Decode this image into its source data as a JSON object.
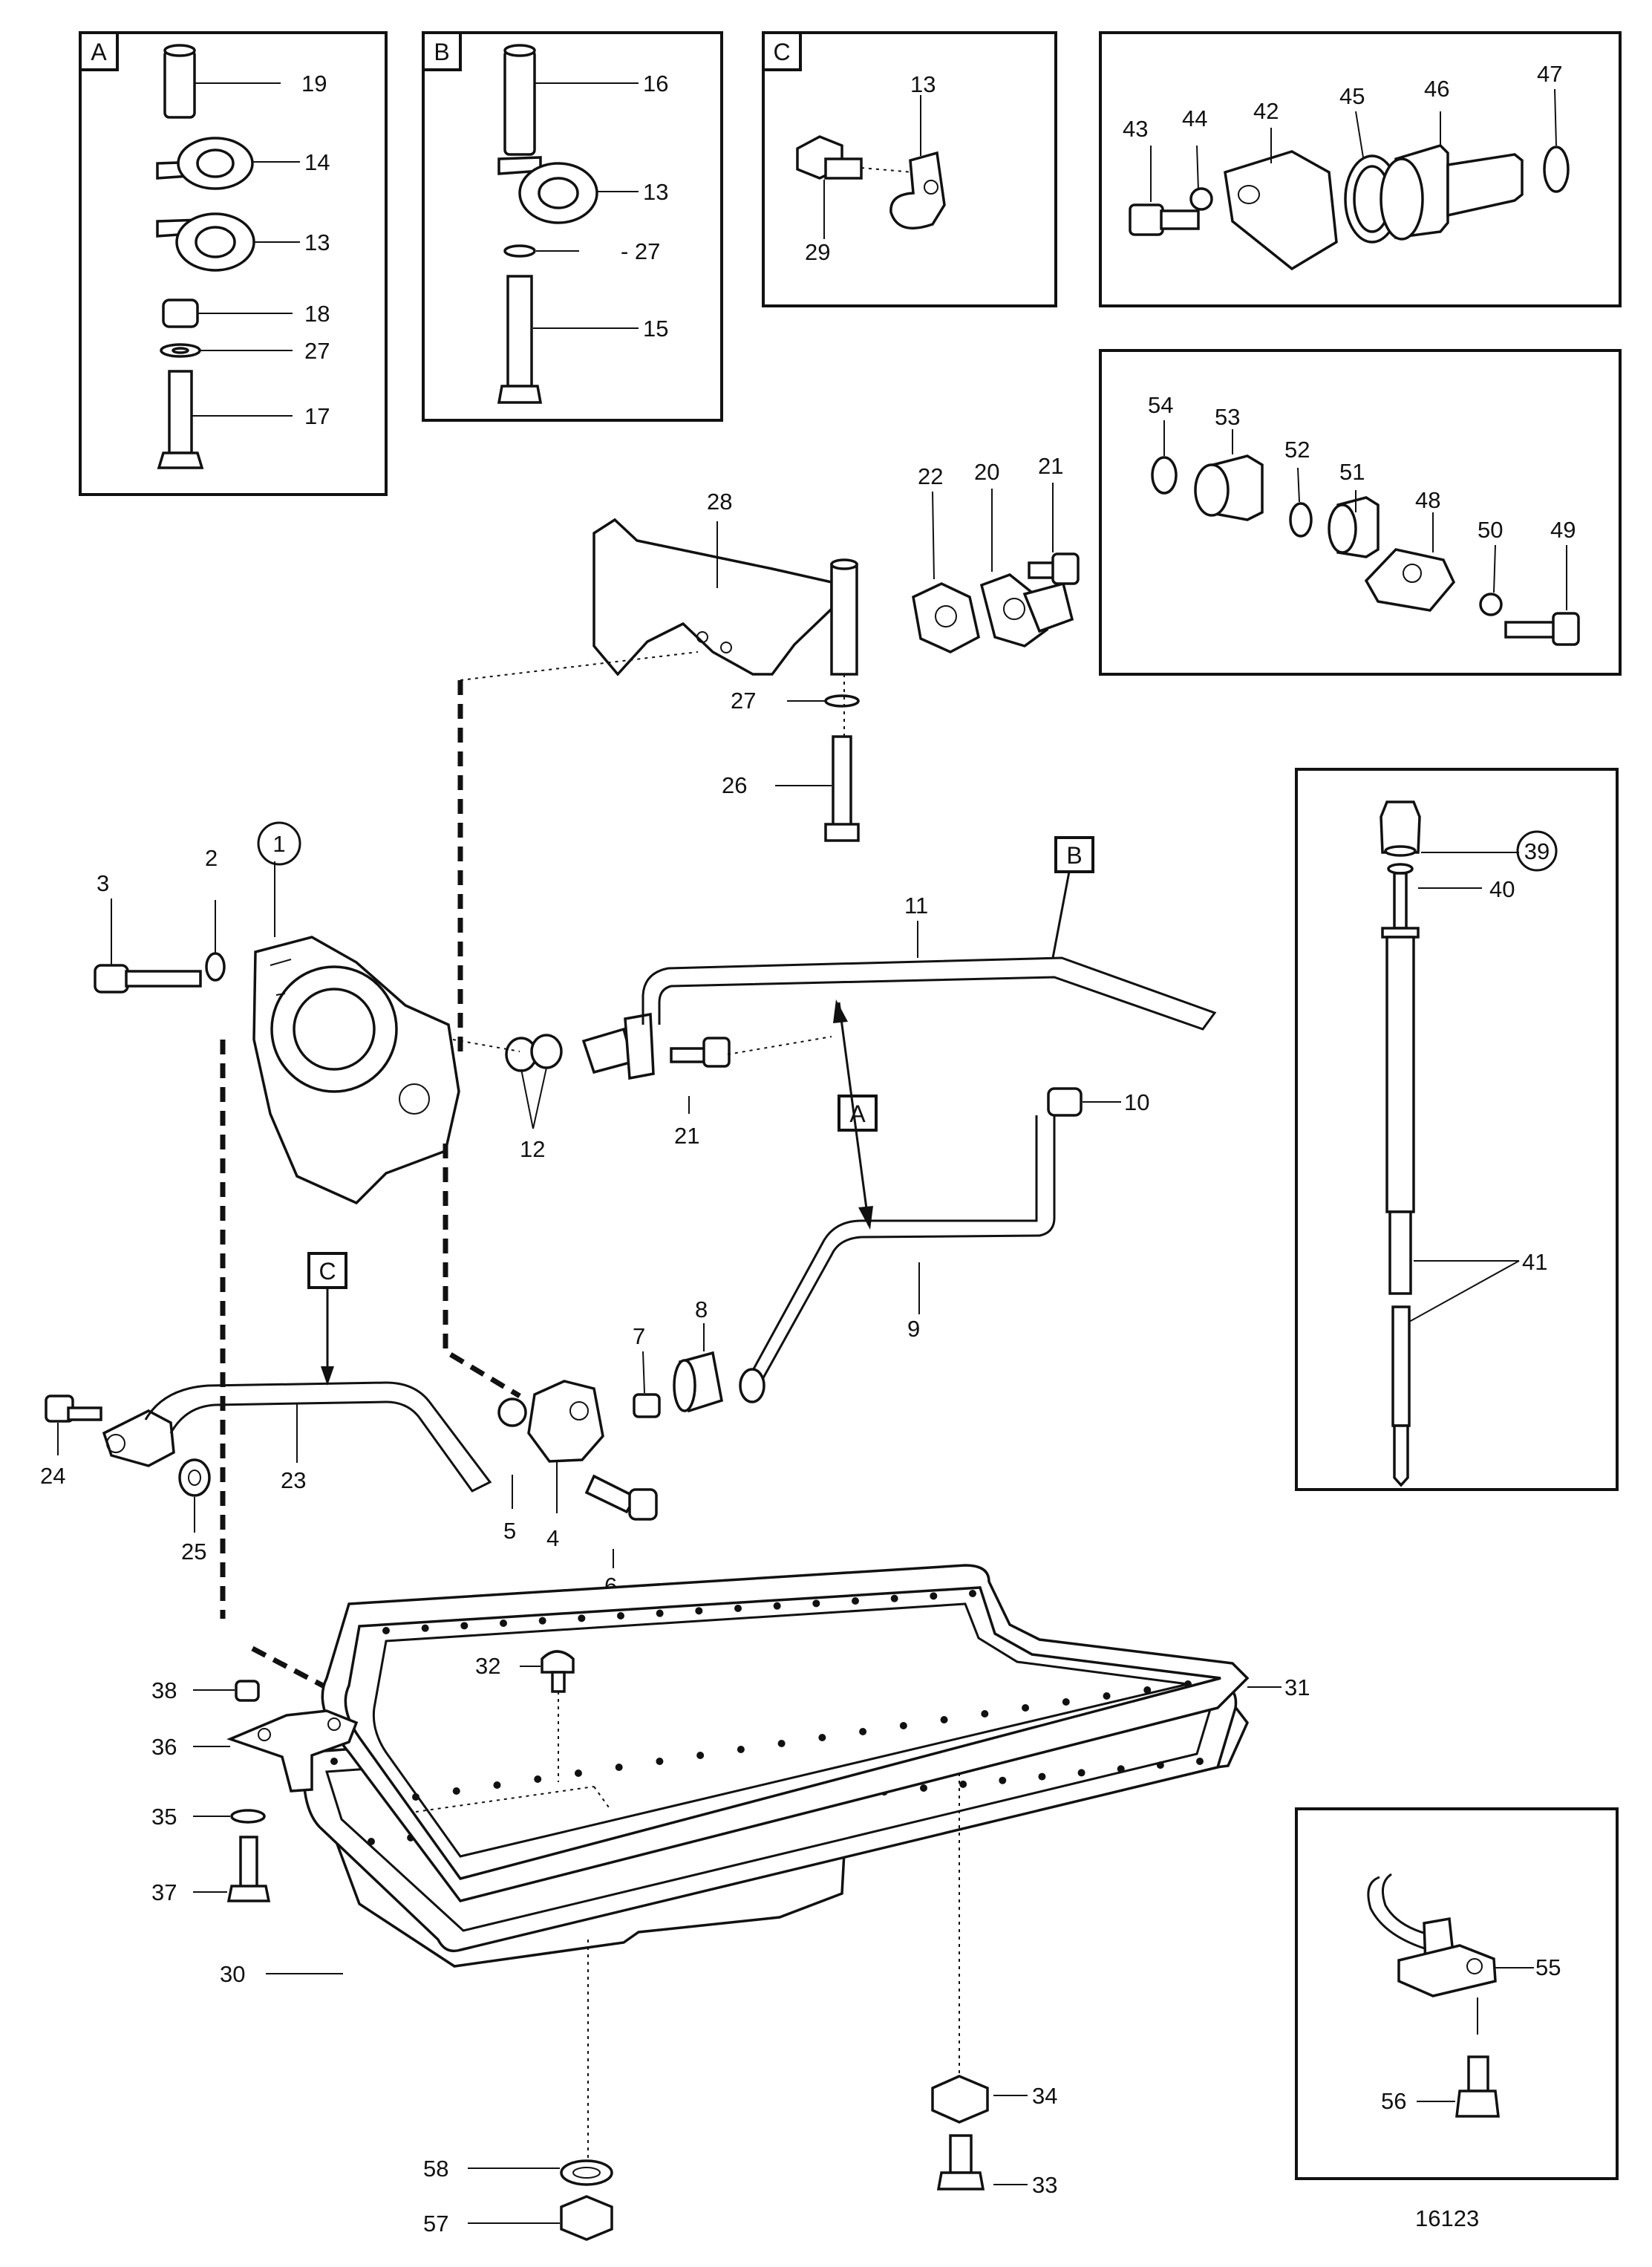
{
  "inset_tags": {
    "a": "A",
    "b": "B",
    "c": "C"
  },
  "arrow_tags": {
    "a": "A",
    "b": "B",
    "c": "C"
  },
  "labels": {
    "p1": "1",
    "p2": "2",
    "p3": "3",
    "p4": "4",
    "p5": "5",
    "p6": "6",
    "p7": "7",
    "p8": "8",
    "p9": "9",
    "p10": "10",
    "p11": "11",
    "p12": "12",
    "p13a": "13",
    "p13b": "13",
    "p13c": "13",
    "p14": "14",
    "p15": "15",
    "p16": "16",
    "p17": "17",
    "p18": "18",
    "p19": "19",
    "p20": "20",
    "p21a": "21",
    "p21b": "21",
    "p22": "22",
    "p23": "23",
    "p24": "24",
    "p25": "25",
    "p26": "26",
    "p27a": "27",
    "p27b": "- 27",
    "p27c": "27",
    "p28": "28",
    "p29": "29",
    "p30": "30",
    "p31": "31",
    "p32": "32",
    "p33": "33",
    "p34": "34",
    "p35": "35",
    "p36": "36",
    "p37": "37",
    "p38": "38",
    "p39": "39",
    "p40": "40",
    "p41": "41",
    "p42": "42",
    "p43": "43",
    "p44": "44",
    "p45": "45",
    "p46": "46",
    "p47": "47",
    "p48": "48",
    "p49": "49",
    "p50": "50",
    "p51": "51",
    "p52": "52",
    "p53": "53",
    "p54": "54",
    "p55": "55",
    "p56": "56",
    "p57": "57",
    "p58": "58"
  },
  "drawing_number": "16123"
}
